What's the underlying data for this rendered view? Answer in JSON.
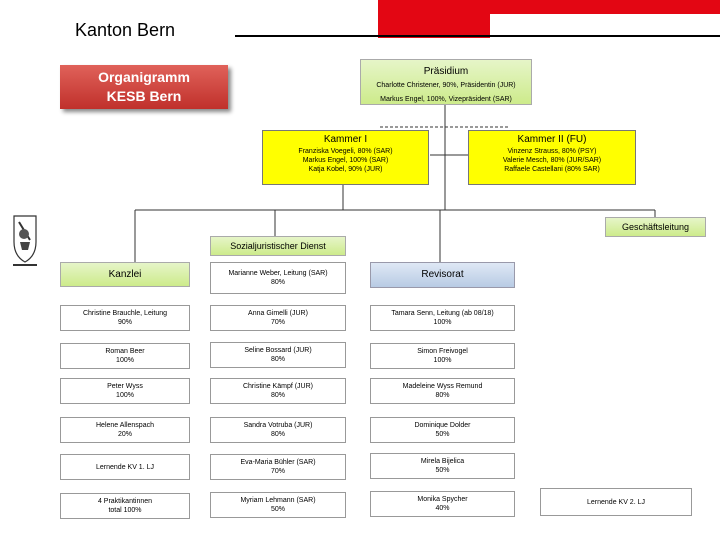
{
  "header": {
    "title": "Kanton Bern",
    "org_title_line1": "Organigramm",
    "org_title_line2": "KESB Bern"
  },
  "praesidium": {
    "title": "Präsidium",
    "members": [
      "Charlotte Christener, 90%, Präsidentin (JUR)",
      "Markus Engel, 100%, Vizepräsident (SAR)"
    ]
  },
  "kammer1": {
    "title": "Kammer I",
    "members": [
      "Franziska Voegeli, 80% (SAR)",
      "Markus Engel, 100% (SAR)",
      "Katja Kobel, 90% (JUR)"
    ]
  },
  "kammer2": {
    "title": "Kammer II (FU)",
    "members": [
      "Vinzenz Strauss, 80% (PSY)",
      "Valerie Mesch, 80% (JUR/SAR)",
      "Raffaele Castellani (80% SAR)"
    ]
  },
  "geschaeftsleitung": {
    "title": "Geschäftsleitung"
  },
  "sozialjuristischer_dienst": {
    "title": "Sozialjuristischer Dienst"
  },
  "kanzlei": {
    "title": "Kanzlei",
    "members": [
      [
        "Christine Brauchle, Leitung",
        "90%"
      ],
      [
        "Roman Beer",
        "100%"
      ],
      [
        "Peter Wyss",
        "100%"
      ],
      [
        "Helene Allenspach",
        "20%"
      ],
      [
        "Lernende KV 1. LJ",
        ""
      ],
      [
        "4 Praktikantinnen",
        "total 100%"
      ]
    ]
  },
  "sjd": {
    "members": [
      [
        "Marianne Weber, Leitung (SAR)",
        "80%"
      ],
      [
        "Anna Gimelli (JUR)",
        "70%"
      ],
      [
        "Seline Bossard (JUR)",
        "80%"
      ],
      [
        "Christine Kämpf (JUR)",
        "80%"
      ],
      [
        "Sandra Votruba (JUR)",
        "80%"
      ],
      [
        "Eva-Maria Bühler (SAR)",
        "70%"
      ],
      [
        "Myriam Lehmann (SAR)",
        "50%"
      ]
    ]
  },
  "revisorat": {
    "title": "Revisorat",
    "members": [
      [
        "Tamara Senn, Leitung (ab 08/18)",
        "100%"
      ],
      [
        "Simon Freivogel",
        "100%"
      ],
      [
        "Madeleine Wyss Remund",
        "80%"
      ],
      [
        "Dominique Dolder",
        "50%"
      ],
      [
        "Mirela Bijelica",
        "50%"
      ],
      [
        "Monika Spycher",
        "40%"
      ]
    ]
  },
  "extra": {
    "lernende_kv2": "Lernende KV 2. LJ"
  },
  "colors": {
    "accent_red": "#e30613",
    "yellow": "#ffff00",
    "green": "#cdeb8b",
    "blue": "#b8cbe4"
  }
}
